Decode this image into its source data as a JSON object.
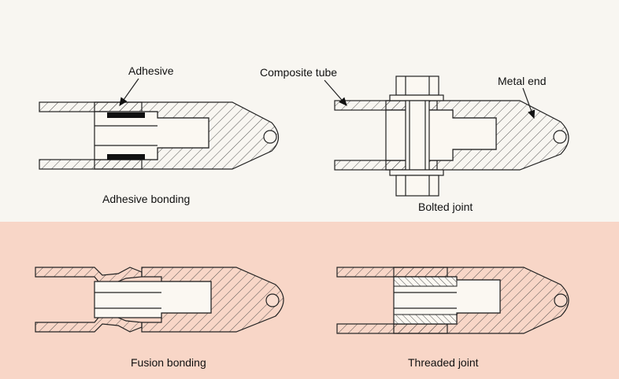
{
  "colors": {
    "top_background": "#f8f6f1",
    "bottom_background": "#f8d6c7",
    "line": "#222222",
    "adhesive": "#111111"
  },
  "labels": {
    "adhesive": "Adhesive",
    "composite_tube": "Composite tube",
    "metal_end": "Metal end"
  },
  "panels": {
    "adhesive_bonding": "Adhesive bonding",
    "bolted_joint": "Bolted joint",
    "fusion_bonding": "Fusion bonding",
    "threaded_joint": "Threaded joint"
  }
}
